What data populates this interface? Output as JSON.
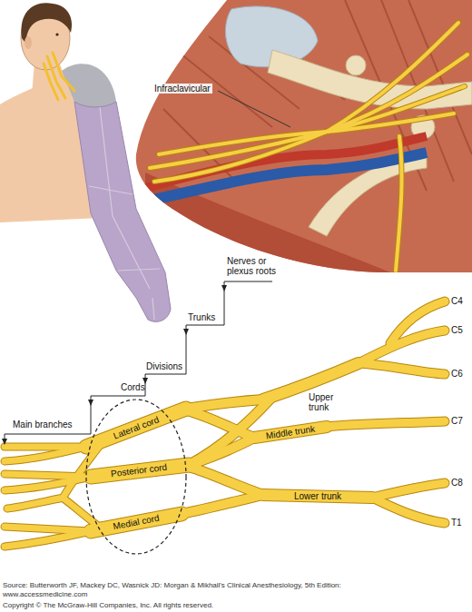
{
  "diagram": {
    "caption": "Source: Butterworth JF, Mackey DC, Wasnick JD: Morgan & Mikhail's Clinical Anesthesiology, 5th Edition: www.accessmedicine.com",
    "labels": [
      "Infraclavicular",
      "Nerves or plexus roots",
      "C4",
      "C5",
      "C6",
      "C7",
      "C8",
      "T1",
      "Trunks",
      "Divisions",
      "Cords",
      "Main branches",
      "Upper trunk",
      "Middle trunk",
      "Lower trunk",
      "Lateral cord",
      "Posterior cord",
      "Medial cord",
      "Copyright © The McGraw-Hill Companies, Inc. All rights reserved."
    ]
  }
}
